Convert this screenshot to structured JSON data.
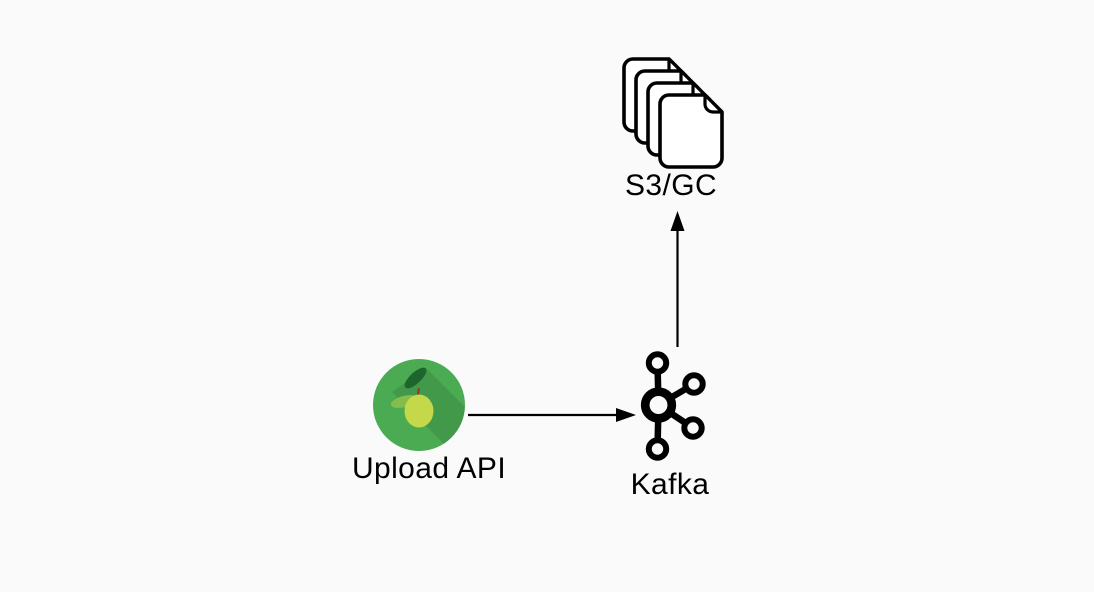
{
  "canvas": {
    "background": "#fafafa",
    "line_color": "#000000"
  },
  "nodes": {
    "upload_api": {
      "label": "Upload API",
      "icon": "lime-icon",
      "colors": {
        "circle": "#4aab52",
        "shadow": "rgba(0,0,0,0.10)",
        "fruit": "#c5d84a",
        "leaf_dark": "#1e642d",
        "leaf_light": "#85bd4d",
        "stem": "#963723"
      }
    },
    "kafka": {
      "label": "Kafka",
      "icon": "kafka-icon",
      "color": "#000000"
    },
    "storage": {
      "label": "S3/GC",
      "icon": "document-stack-icon",
      "page_fill": "#ffffff",
      "outline": "#000000"
    }
  },
  "edges": [
    {
      "from": "upload_api",
      "to": "kafka",
      "style": "arrow-right"
    },
    {
      "from": "kafka",
      "to": "storage",
      "style": "arrow-up"
    }
  ]
}
